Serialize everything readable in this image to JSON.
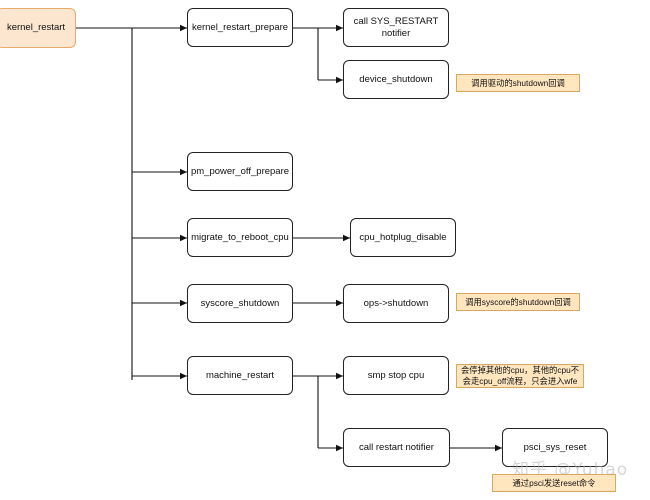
{
  "nodes": {
    "kernel_restart": "kernel_restart",
    "kernel_restart_prepare": "kernel_restart_prepare",
    "call_sys_restart_notifier": "call SYS_RESTART notifier",
    "device_shutdown": "device_shutdown",
    "pm_power_off_prepare": "pm_power_off_prepare",
    "migrate_to_reboot_cpu": "migrate_to_reboot_cpu",
    "cpu_hotplug_disable": "cpu_hotplug_disable",
    "syscore_shutdown": "syscore_shutdown",
    "ops_shutdown": "ops->shutdown",
    "machine_restart": "machine_restart",
    "smp_stop_cpu": "smp stop cpu",
    "call_restart_notifier": "call restart notifier",
    "psci_sys_reset": "psci_sys_reset"
  },
  "notes": {
    "device_shutdown_note": "调用驱动的shutdown回调",
    "syscore_note": "调用syscore的shutdown回调",
    "smp_stop_note": "会停掉其他的cpu，其他的cpu不会走cpu_off流程，只会进入wfe",
    "psci_note": "通过psci发送reset命令"
  },
  "watermark": "知乎 @Yuhao",
  "colors": {
    "root_fill": "#fde6cf",
    "root_border": "#e8a96b",
    "note_fill": "#ffe6bf",
    "note_border": "#d8a860"
  }
}
